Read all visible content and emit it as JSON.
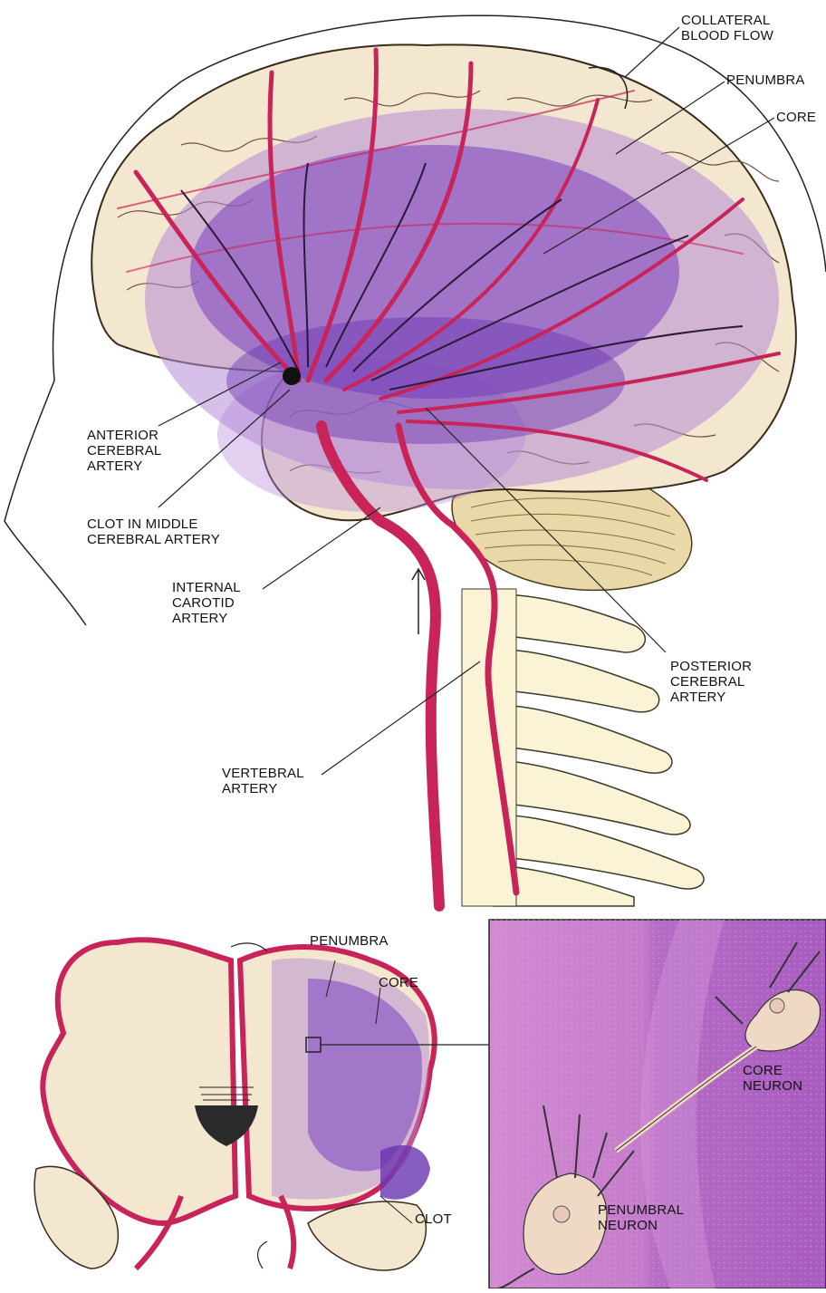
{
  "labels": {
    "collateral": [
      "COLLATERAL",
      "BLOOD FLOW"
    ],
    "penumbra_top": [
      "PENUMBRA"
    ],
    "core_top": [
      "CORE"
    ],
    "anterior": [
      "ANTERIOR",
      "CEREBRAL",
      "ARTERY"
    ],
    "clot_middle": [
      "CLOT IN MIDDLE",
      "CEREBRAL ARTERY"
    ],
    "internal_carotid": [
      "INTERNAL",
      "CAROTID",
      "ARTERY"
    ],
    "posterior": [
      "POSTERIOR",
      "CEREBRAL",
      "ARTERY"
    ],
    "vertebral": [
      "VERTEBRAL",
      "ARTERY"
    ],
    "penumbra_bottom": [
      "PENUMBRA"
    ],
    "core_bottom": [
      "CORE"
    ],
    "clot_bottom": [
      "CLOT"
    ],
    "core_neuron": [
      "CORE",
      "NEURON"
    ],
    "penumbral_neuron": [
      "PENUMBRAL",
      "NEURON"
    ]
  },
  "colors": {
    "brain_tissue": "#f3e7cf",
    "artery": "#c8245a",
    "core": "#7a3fbf",
    "penumbra": "#b48ad6",
    "panel_bg": "#c879c8"
  }
}
